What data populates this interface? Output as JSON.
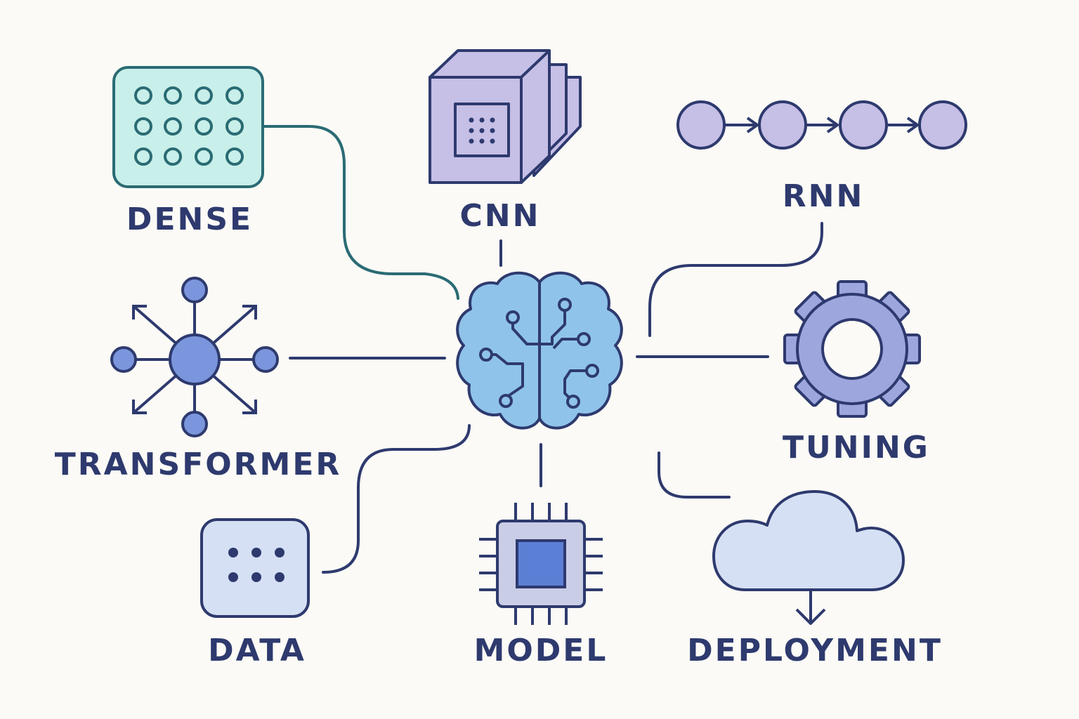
{
  "diagram": {
    "nodes": [
      {
        "id": "dense",
        "label": "DENSE",
        "icon": "grid-of-circles-icon"
      },
      {
        "id": "cnn",
        "label": "CNN",
        "icon": "stacked-feature-maps-icon"
      },
      {
        "id": "rnn",
        "label": "RNN",
        "icon": "sequence-chain-icon"
      },
      {
        "id": "transformer",
        "label": "TRANSFORMER",
        "icon": "attention-hub-icon"
      },
      {
        "id": "tuning",
        "label": "TUNING",
        "icon": "gear-icon"
      },
      {
        "id": "data",
        "label": "DATA",
        "icon": "data-tile-icon"
      },
      {
        "id": "model",
        "label": "MODEL",
        "icon": "chip-icon"
      },
      {
        "id": "deployment",
        "label": "DEPLOYMENT",
        "icon": "cloud-download-icon"
      }
    ],
    "center": {
      "icon": "brain-circuit-icon"
    },
    "colors": {
      "ink": "#2e3a6e",
      "teal": "#2a6b74",
      "mint": "#c8efe9",
      "lavender": "#c6bfe6",
      "brain": "#8fc3ea",
      "gear": "#9ea6de",
      "cloud": "#d6e0f4",
      "chip_core": "#5b7fd4",
      "hub": "#7b96dc"
    }
  }
}
